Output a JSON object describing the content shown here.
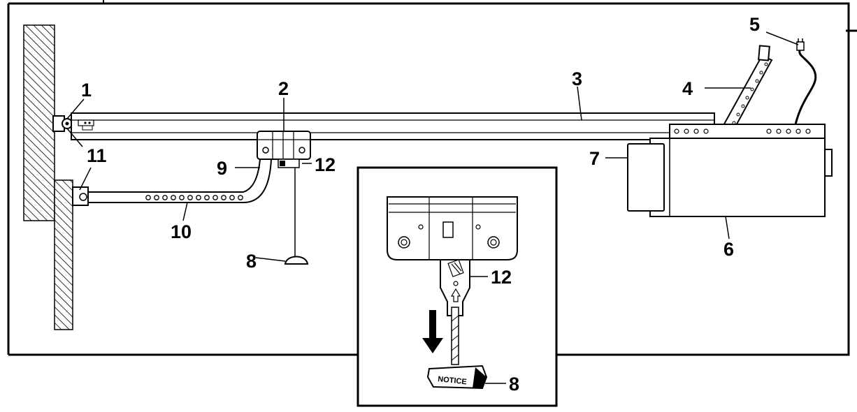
{
  "diagram": {
    "callouts": {
      "n1": "1",
      "n2": "2",
      "n3": "3",
      "n4": "4",
      "n5": "5",
      "n6": "6",
      "n7": "7",
      "n8": "8",
      "n9": "9",
      "n10": "10",
      "n11": "11",
      "n12": "12",
      "inset_n12": "12",
      "inset_n8": "8"
    },
    "inset": {
      "handle_label": "NOTICE"
    }
  }
}
